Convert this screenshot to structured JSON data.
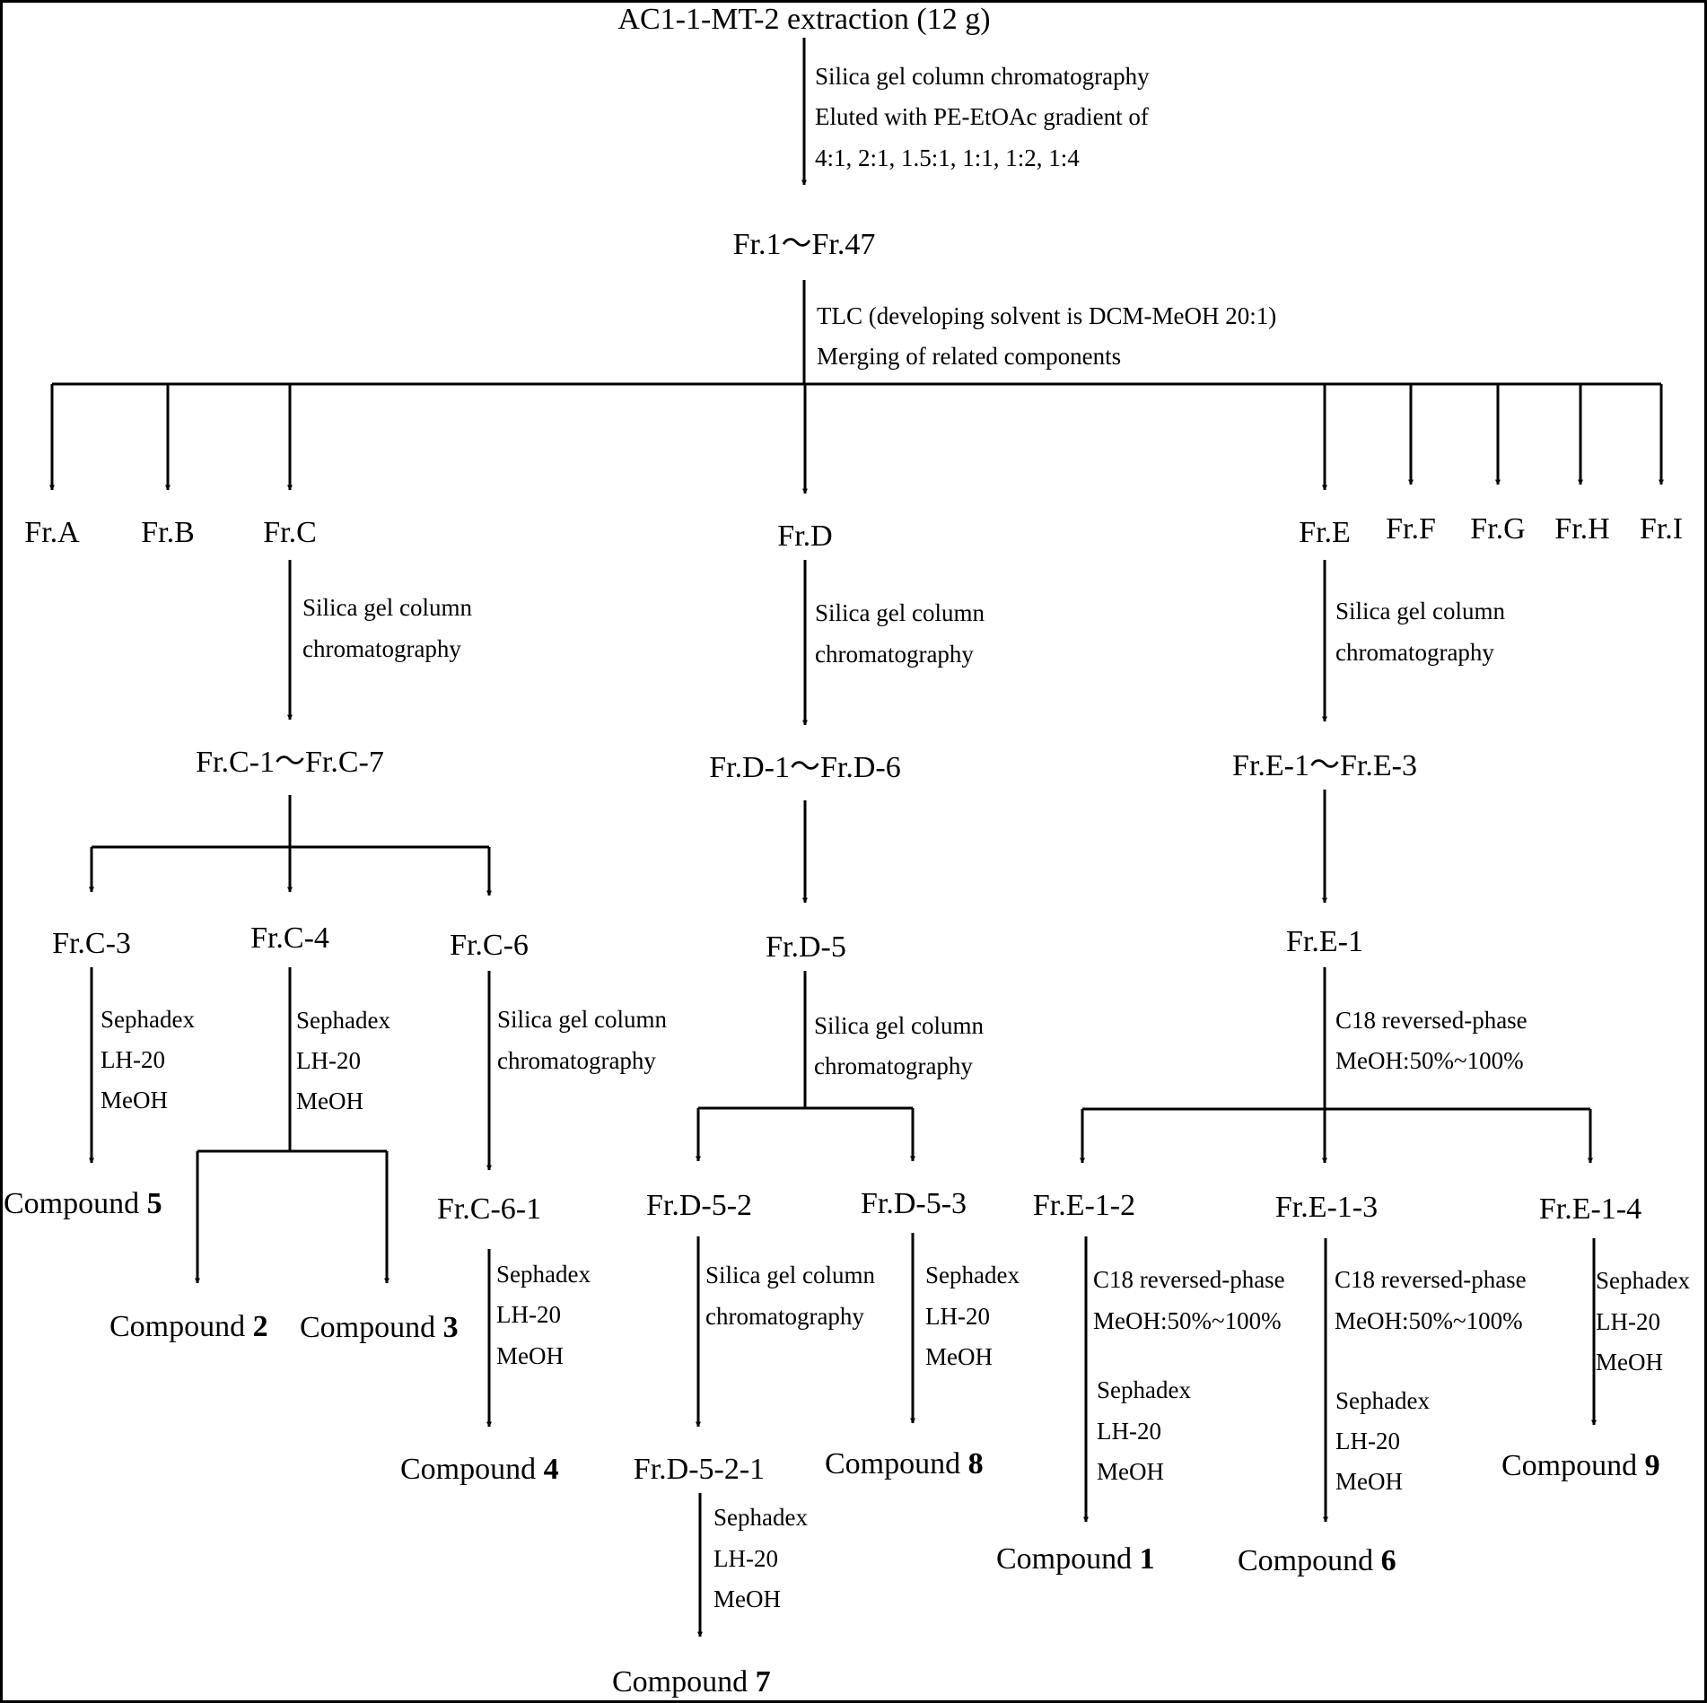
{
  "root": "AC1-1-MT-2 extraction (12 g)",
  "step1": [
    "Silica gel column chromatography",
    "Eluted with PE-EtOAc gradient of",
    "4:1, 2:1, 1.5:1, 1:1, 1:2, 1:4"
  ],
  "fractions_all": "Fr.1～Fr.47",
  "step2": [
    "TLC (developing solvent is DCM-MeOH 20:1)",
    "Merging of related components"
  ],
  "fr": {
    "A": "Fr.A",
    "B": "Fr.B",
    "C": "Fr.C",
    "D": "Fr.D",
    "E": "Fr.E",
    "F": "Fr.F",
    "G": "Fr.G",
    "H": "Fr.H",
    "I": "Fr.I"
  },
  "silica": [
    "Silica gel column",
    "chromatography"
  ],
  "sephadex": [
    "Sephadex",
    "LH-20",
    "MeOH"
  ],
  "c18": [
    "C18 reversed-phase",
    "MeOH:50%~100%"
  ],
  "sub": {
    "c_range": "Fr.C-1～Fr.C-7",
    "d_range": "Fr.D-1～Fr.D-6",
    "e_range": "Fr.E-1～Fr.E-3",
    "c3": "Fr.C-3",
    "c4": "Fr.C-4",
    "c6": "Fr.C-6",
    "c61": "Fr.C-6-1",
    "d5": "Fr.D-5",
    "d52": "Fr.D-5-2",
    "d53": "Fr.D-5-3",
    "d521": "Fr.D-5-2-1",
    "e1": "Fr.E-1",
    "e12": "Fr.E-1-2",
    "e13": "Fr.E-1-3",
    "e14": "Fr.E-1-4"
  },
  "compound_label": "Compound",
  "compounds": {
    "c1": "1",
    "c2": "2",
    "c3": "3",
    "c4": "4",
    "c5": "5",
    "c6": "6",
    "c7": "7",
    "c8": "8",
    "c9": "9"
  }
}
